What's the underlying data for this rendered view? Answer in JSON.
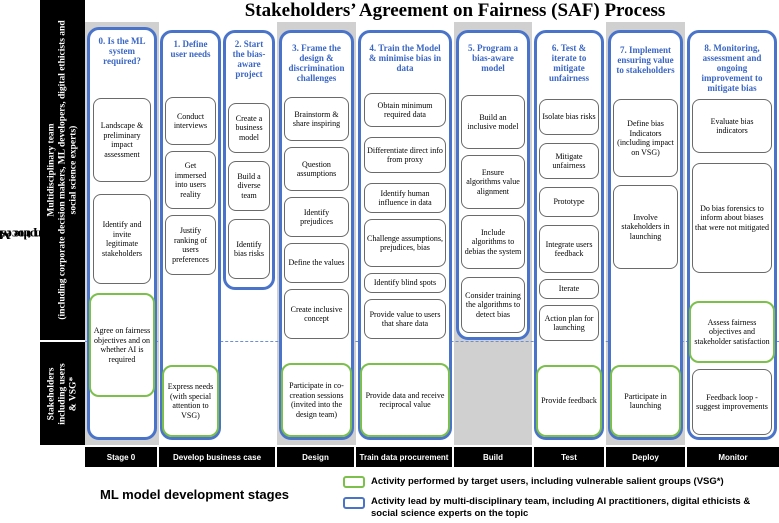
{
  "title": "Stakeholders’ Agreement on Fairness (SAF) Process",
  "y_axis_label": [
    "Participants in the ML development",
    "process"
  ],
  "band_team": [
    "Multidisciplinary team",
    "(including corporate decision makers, ML developers, digital ethicists and",
    "social science experts)"
  ],
  "band_stakeholders": [
    "Stakeholders",
    "including users",
    "& VSG*"
  ],
  "columns": [
    {
      "title": "0. Is the ML system required?",
      "boxes": [
        "Landscape & preliminary impact assessment",
        "Identify and invite legitimate stakeholders"
      ],
      "green": "Agree on fairness objectives and on whether AI is required"
    },
    {
      "title": "1. Define user needs",
      "boxes": [
        "Conduct interviews",
        "Get immersed into users reality",
        "Justify ranking of users preferences"
      ],
      "green": "Express needs (with special attention to VSG)"
    },
    {
      "title": "2. Start the bias-aware project",
      "boxes": [
        "Create a business model",
        "Build a diverse team",
        "Identify bias risks"
      ],
      "green": ""
    },
    {
      "title": "3. Frame the design & discrimination challenges",
      "boxes": [
        "Brainstorm & share inspiring",
        "Question assumptions",
        "Identify prejudices",
        "Define the values",
        "Create inclusive concept"
      ],
      "green": "Participate in co-creation sessions (invited into the design team)"
    },
    {
      "title": "4. Train the Model & minimise bias in data",
      "boxes": [
        "Obtain minimum required data",
        "Differentiate direct info from proxy",
        "Identify human influence in data",
        "Challenge assumptions, prejudices, bias",
        "Identify blind spots",
        "Provide value to users that share data"
      ],
      "green": "Provide data and receive reciprocal value"
    },
    {
      "title": "5. Program a bias-aware model",
      "boxes": [
        "Build an inclusive model",
        "Ensure algorithms value alignment",
        "Include algorithms to debias the system",
        "Consider training the algorithms to detect bias"
      ],
      "green": ""
    },
    {
      "title": "6. Test & iterate to mitigate unfairness",
      "boxes": [
        "Isolate bias risks",
        "Mitigate unfairness",
        "Prototype",
        "Integrate users feedback",
        "Iterate",
        "Action plan for launching"
      ],
      "green": "Provide feedback"
    },
    {
      "title": "7. Implement ensuring value to stakeholders",
      "boxes": [
        "Define bias Indicators (including impact on VSG)",
        "Involve stakeholders in launching"
      ],
      "green": "Participate in launching"
    },
    {
      "title": "8. Monitoring, assessment and ongoing improvement to mitigate bias",
      "boxes": [
        "Evaluate bias indicators",
        "Do bias forensics to inform about biases that were not mitigated",
        "Assess fairness objectives and stakeholder satisfaction"
      ],
      "green": "Feedback loop - suggest improvements"
    }
  ],
  "stages": [
    "Stage 0",
    "Develop business case",
    "Design",
    "Train data procurement",
    "Build",
    "Test",
    "Deploy",
    "Monitor"
  ],
  "legend": {
    "title": "ML model development stages",
    "green": "Activity performed by target users, including vulnerable salient groups (VSG*)",
    "blue": "Activity lead by multi-disciplinary team, including AI practitioners, digital ethicists & social science experts on the topic"
  },
  "colors": {
    "blue_border": "#4a74c9",
    "green_border": "#7cbf4b",
    "title_blue": "#3a66c4",
    "grey_column": "#d0d0d0"
  }
}
